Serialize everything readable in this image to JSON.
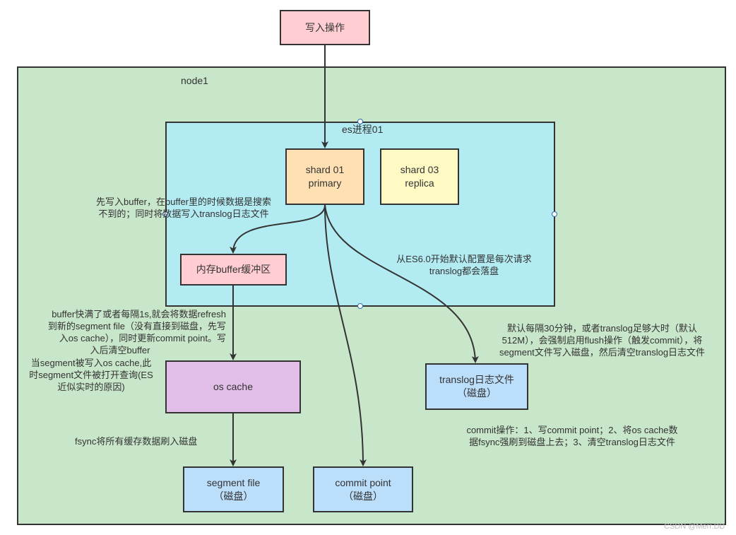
{
  "colors": {
    "node_fill": "#c8e6c9",
    "es_fill": "#b2ebf2",
    "pink": "#ffcdd2",
    "orange": "#ffe0b2",
    "yellow": "#fff9c4",
    "purple": "#e1bee7",
    "blue": "#bbdefb",
    "stroke": "#333333"
  },
  "write_op": {
    "label": "写入操作"
  },
  "node": {
    "label": "node1"
  },
  "es_process": {
    "label": "es进程01"
  },
  "shard_primary": {
    "line1": "shard 01",
    "line2": "primary"
  },
  "shard_replica": {
    "line1": "shard 03",
    "line2": "replica"
  },
  "mem_buffer": {
    "label": "内存buffer缓冲区"
  },
  "os_cache": {
    "label": "os cache"
  },
  "segment_file": {
    "line1": "segment file",
    "line2": "（磁盘）"
  },
  "commit_point": {
    "line1": "commit point",
    "line2": "（磁盘）"
  },
  "translog_file": {
    "line1": "translog日志文件",
    "line2": "（磁盘）"
  },
  "notes": {
    "buffer_write": {
      "line1": "先写入buffer，在buffer里的时候数据是搜索",
      "line2": "不到的；同时将数据写入translog日志文件"
    },
    "es6": {
      "line1": "从ES6.0开始默认配置是每次请求",
      "line2": "translog都会落盘"
    },
    "refresh": {
      "line1": "buffer快满了或者每隔1s,就会将数据refresh",
      "line2": "到新的segment file（没有直接到磁盘，先写",
      "line3": "入os cache），同时更新commit point。写",
      "line4": "入后清空buffer",
      "line5": "当segment被写入os cache,此",
      "line6": "时segment文件被打开查询(ES",
      "line7": "近似实时的原因)"
    },
    "flush": {
      "line1": "默认每隔30分钟，或者translog足够大时（默认",
      "line2": "512M），会强制启用flush操作（触发commit），将",
      "line3": "segment文件写入磁盘，然后清空translog日志文件"
    },
    "fsync": {
      "line1": "fsync将所有缓存数据刷入磁盘"
    },
    "commit_ops": {
      "line1": "commit操作：1、写commit point；2、将os cache数",
      "line2": "据fsync强刷到磁盘上去；3、清空translog日志文件"
    }
  },
  "watermark": "CSDN @Merr.DD"
}
